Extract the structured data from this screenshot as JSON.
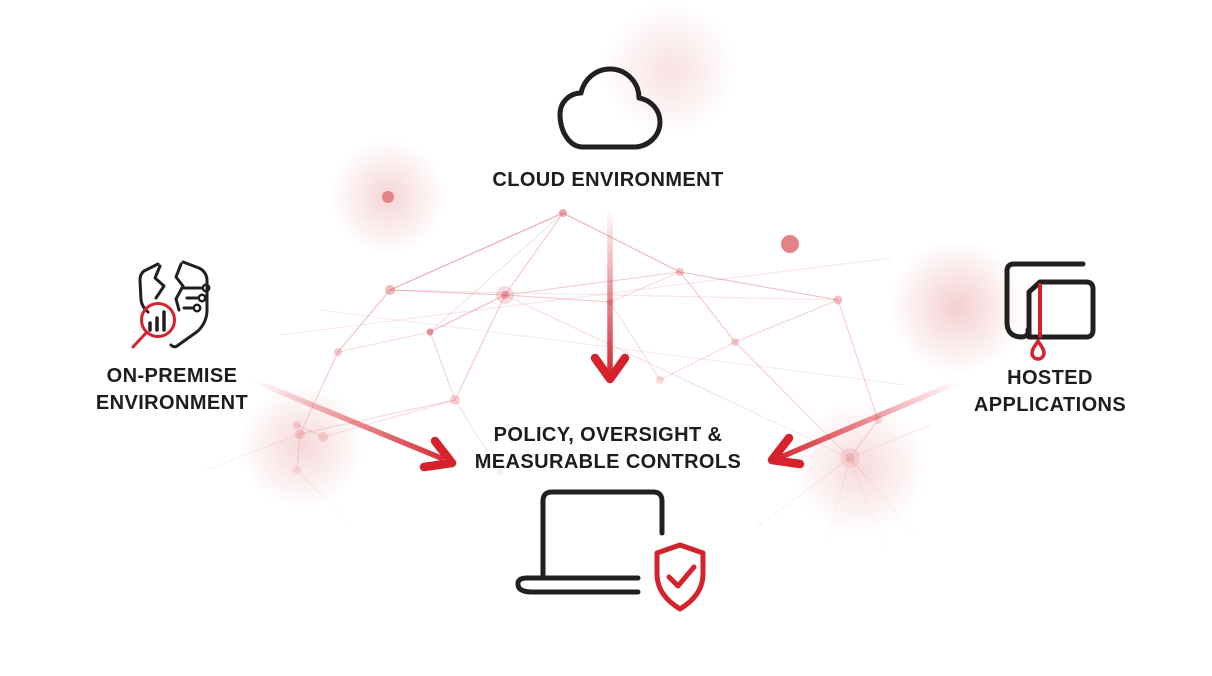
{
  "colors": {
    "accent_red": "#d5222d",
    "soft_red": "#e0757b",
    "icon_stroke": "#231f20",
    "text_dark": "#1d1d1f",
    "mesh_red": "#d6525c",
    "background": "#ffffff"
  },
  "cloud": {
    "label": "CLOUD ENVIRONMENT"
  },
  "on_premise": {
    "line1": "ON-PREMISE",
    "line2": "ENVIRONMENT"
  },
  "hosted": {
    "line1": "HOSTED",
    "line2": "APPLICATIONS"
  },
  "center": {
    "line1": "POLICY, OVERSIGHT &",
    "line2": "MEASURABLE CONTROLS"
  }
}
